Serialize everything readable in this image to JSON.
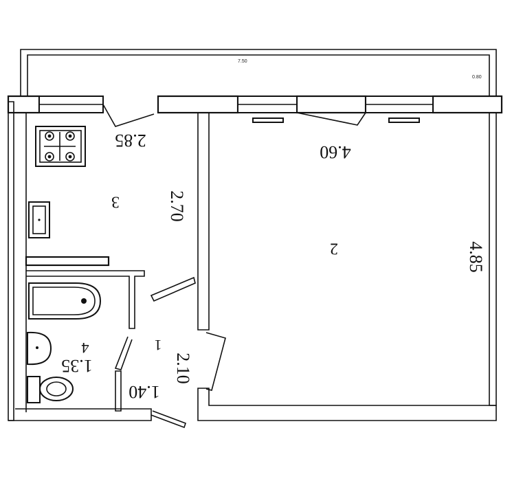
{
  "plan": {
    "dimensions": {
      "balcony_length": "7.50",
      "balcony_depth": "0.80",
      "room2_width": "4.60",
      "room2_length": "4.85",
      "kitchen_width": "2.85",
      "kitchen_length": "2.70",
      "bath_width": "1.35",
      "hall_width": "1.40",
      "hall_length": "2.10"
    },
    "rooms": {
      "room_hall": "1",
      "room_main": "2",
      "room_kitchen": "3",
      "room_bath": "4"
    },
    "colors": {
      "line": "#111111",
      "background": "#ffffff"
    }
  }
}
